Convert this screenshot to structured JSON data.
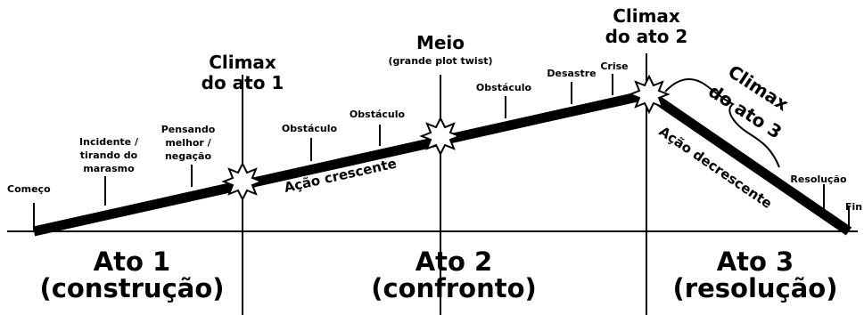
{
  "diagram": {
    "start_label": "Começo",
    "end_label": "Fin",
    "rising_label": "Ação crescente",
    "falling_label": "Ação decrescente",
    "climax1": {
      "line1": "Climax",
      "line2": "do ato 1"
    },
    "midpoint": {
      "line1": "Meio",
      "line2": "(grande plot twist)"
    },
    "climax2": {
      "line1": "Climax",
      "line2": "do ato 2"
    },
    "climax3": {
      "line1": "Climax",
      "line2": "do ato 3"
    },
    "events": {
      "incidente": [
        "Incidente /",
        "tirando do",
        "marasmo"
      ],
      "pensando": [
        "Pensando",
        "melhor /",
        "negação"
      ],
      "obstaculo1": "Obstáculo",
      "obstaculo2": "Obstáculo",
      "obstaculo3": "Obstáculo",
      "desastre": "Desastre",
      "crise": "Crise",
      "resolucao": "Resolução"
    },
    "acts": [
      {
        "title": "Ato 1",
        "subtitle": "(construção)"
      },
      {
        "title": "Ato 2",
        "subtitle": "(confronto)"
      },
      {
        "title": "Ato 3",
        "subtitle": "(resolução)"
      }
    ]
  }
}
